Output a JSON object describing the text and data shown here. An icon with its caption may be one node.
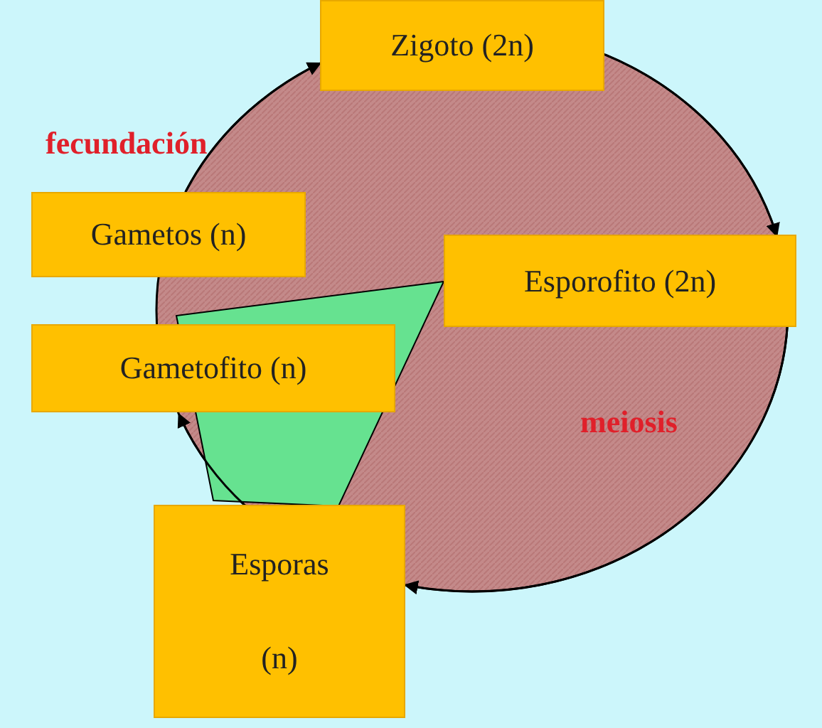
{
  "diagram": {
    "nodes": [
      {
        "text": [
          "Zigoto (2n)"
        ]
      },
      {
        "text": [
          "Gametos (n)"
        ]
      },
      {
        "text": [
          "Esporofito (2n)"
        ]
      },
      {
        "text": [
          "Gametofito (n)"
        ]
      },
      {
        "text": [
          "Esporas",
          "(n)"
        ]
      }
    ],
    "edges": [
      {
        "from": 1,
        "to": 0,
        "arrow": "to"
      },
      {
        "from": 0,
        "to": 2,
        "arrow": "to"
      },
      {
        "from": 2,
        "to": 4,
        "arrow": "to"
      },
      {
        "from": 4,
        "to": 3,
        "arrow": "to"
      }
    ],
    "labels": [
      "fecundación",
      "meiosis"
    ]
  }
}
